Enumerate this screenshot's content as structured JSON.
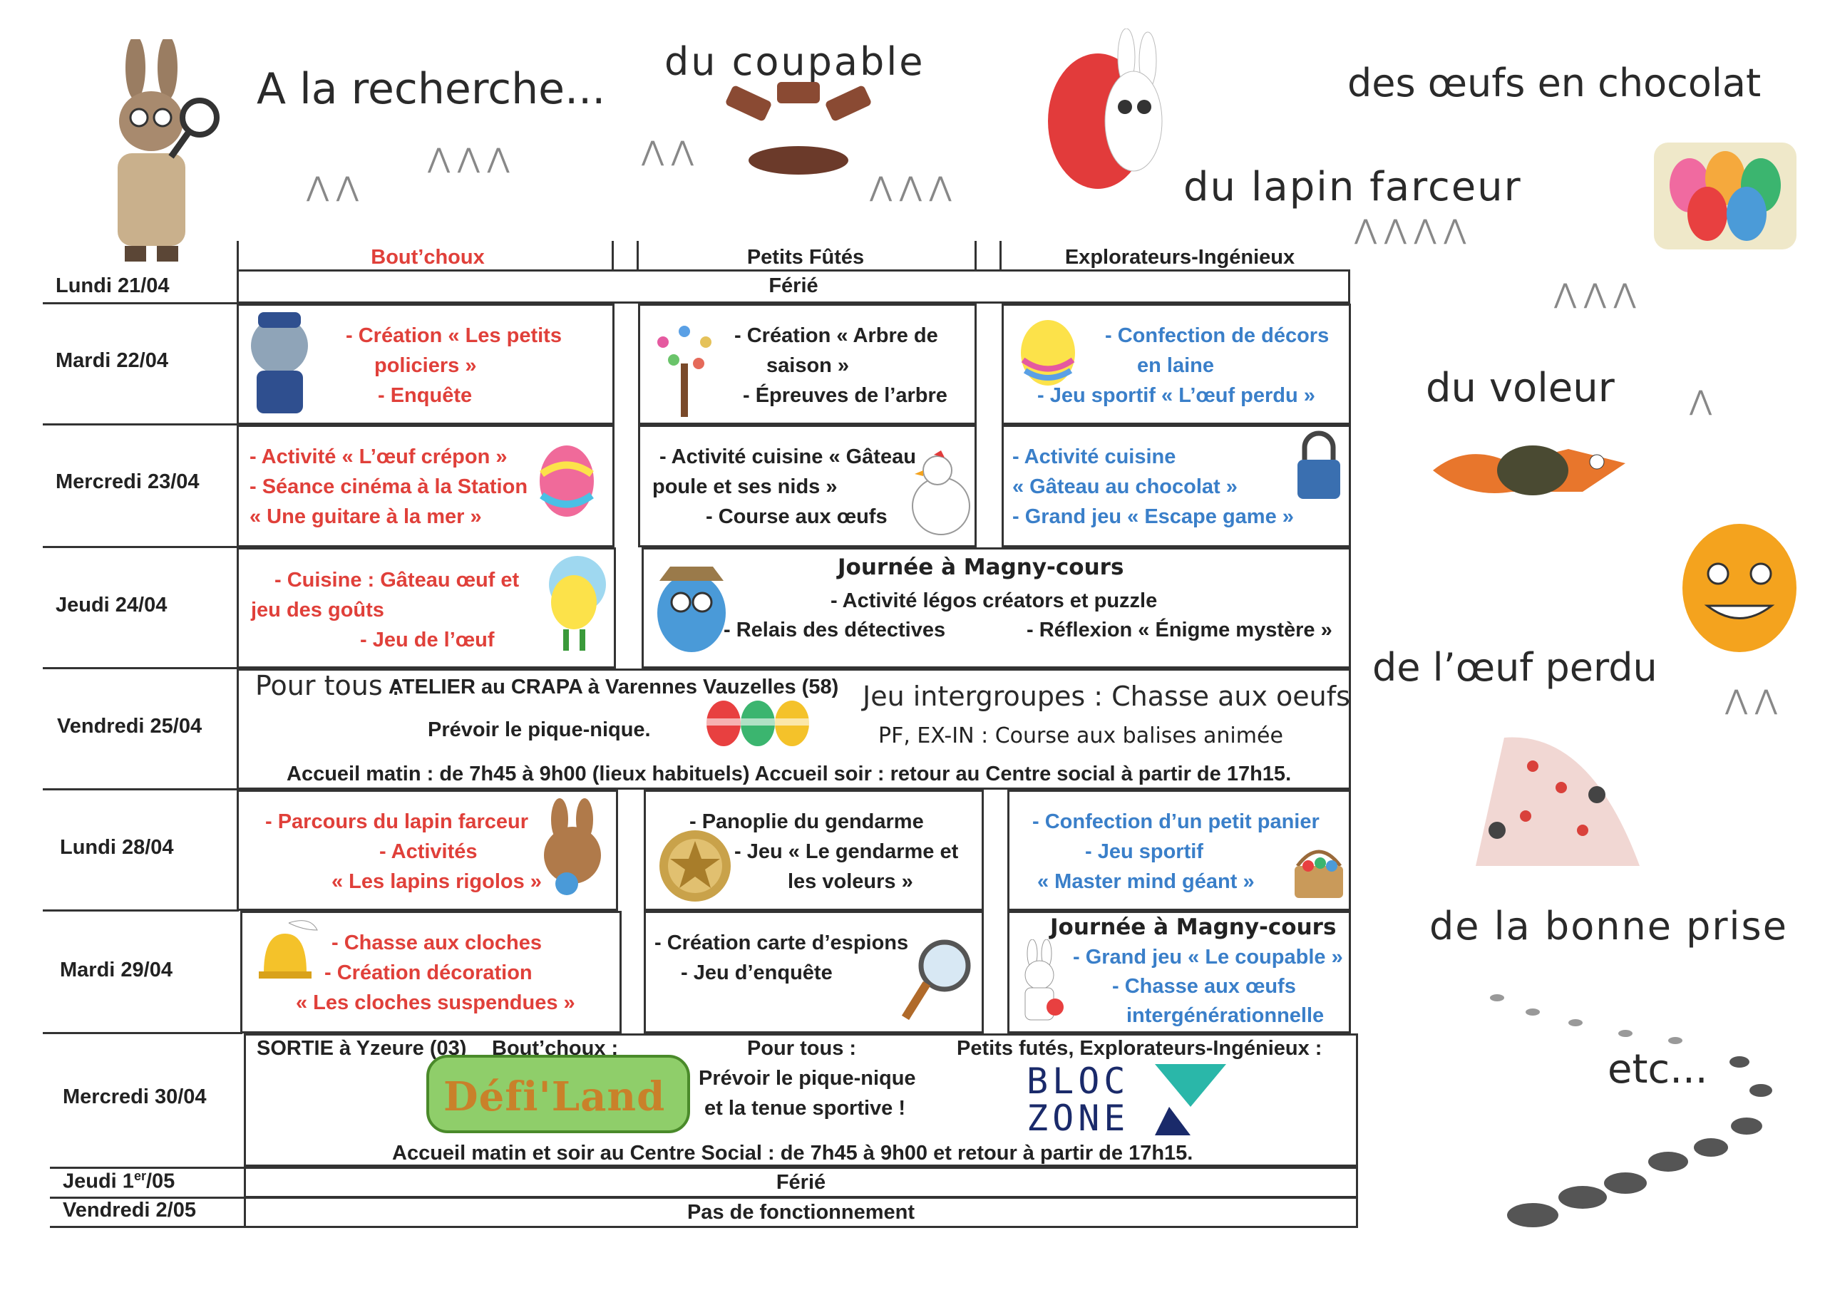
{
  "header": {
    "a_la_recherche": "A la recherche...",
    "du_coupable": "du coupable",
    "des_oeufs": "des œufs en chocolat",
    "du_lapin": "du lapin farceur",
    "du_voleur": "du voleur",
    "de_loeuf": "de l’œuf perdu",
    "bonne_prise": "de la bonne prise",
    "etc": "etc..."
  },
  "groups": {
    "bout": "Bout’choux",
    "petits": "Petits Fûtés",
    "explo": "Explorateurs-Ingénieux"
  },
  "days": {
    "d1": "Lundi 21/04",
    "d2": "Mardi 22/04",
    "d3": "Mercredi 23/04",
    "d4": "Jeudi 24/04",
    "d5": "Vendredi 25/04",
    "d6": "Lundi 28/04",
    "d7": "Mardi 29/04",
    "d8": "Mercredi 30/04",
    "d9_pre": "Jeudi 1",
    "d9_sup": "er",
    "d9_post": "/05",
    "d10": "Vendredi 2/05"
  },
  "rows": {
    "r1": "Férié",
    "r2": {
      "bout": [
        "- Création « Les petits",
        "policiers »",
        "- Enquête"
      ],
      "petits": [
        "- Création « Arbre de",
        "saison »",
        "- Épreuves de l’arbre"
      ],
      "explo": [
        "- Confection de décors",
        "en laine",
        "- Jeu sportif « L’œuf perdu »"
      ]
    },
    "r3": {
      "bout": [
        "- Activité « L’œuf crépon »",
        "- Séance cinéma à la Station",
        "« Une guitare à la mer »"
      ],
      "petits": [
        "- Activité cuisine « Gâteau",
        "poule et ses nids »",
        "- Course aux œufs"
      ],
      "explo": [
        "- Activité cuisine",
        "« Gâteau au chocolat »",
        "- Grand jeu « Escape game »"
      ]
    },
    "r4": {
      "bout": [
        "- Cuisine : Gâteau œuf et",
        "jeu des goûts",
        "- Jeu de l’œuf"
      ],
      "journee": "Journée à Magny-cours",
      "act1": "- Activité légos créators et puzzle",
      "act2": "- Relais des détectives",
      "act3": "- Réflexion « Énigme mystère »"
    },
    "r5": {
      "pour_tous": "Pour tous :",
      "atelier": "ATELIER au CRAPA à Varennes Vauzelles (58)",
      "prevoir": "Prévoir le pique-nique.",
      "jeu_inter": "Jeu intergroupes : Chasse aux oeufs",
      "pf": "PF, EX-IN : Course aux balises animée",
      "accueil": "Accueil matin : de 7h45 à 9h00 (lieux habituels) Accueil soir : retour au Centre social à partir de 17h15."
    },
    "r6": {
      "bout": [
        "- Parcours du lapin farceur",
        "- Activités",
        "« Les lapins rigolos »"
      ],
      "petits": [
        "- Panoplie du gendarme",
        "- Jeu « Le gendarme et",
        "les voleurs »"
      ],
      "explo": [
        "- Confection d’un petit panier",
        "- Jeu sportif",
        "« Master mind géant »"
      ]
    },
    "r7": {
      "bout": [
        "- Chasse aux cloches",
        "- Création décoration",
        "« Les cloches suspendues »"
      ],
      "petits": [
        "- Création carte d’espions",
        "- Jeu d’enquête"
      ],
      "explo_title": "Journée à Magny-cours",
      "explo": [
        "- Grand jeu « Le coupable »",
        "- Chasse aux œufs",
        "intergénérationnelle"
      ]
    },
    "r8": {
      "sortie": "SORTIE à Yzeure (03)",
      "bout": "Bout’choux :",
      "pour_tous": "Pour tous :",
      "prevoir1": "Prévoir le pique-nique",
      "prevoir2": "et la tenue sportive !",
      "pf_ex": "Petits futés, Explorateurs-Ingénieux :",
      "defi": "Défi'Land",
      "bloc1": "BLOC",
      "bloc2": "ZONE",
      "accueil": "Accueil matin et soir au Centre Social : de 7h45 à 9h00 et retour à partir de 17h15."
    },
    "r9": "Férié",
    "r10": "Pas de fonctionnement"
  },
  "colors": {
    "red": "#e0403a",
    "blue": "#3a7fc9"
  },
  "icons": [
    "detective-rabbit-icon",
    "gavels-icon",
    "rabbit-egg-icon",
    "egg-carton-icon",
    "fox-thief-icon",
    "angry-egg-icon",
    "climbing-wall-icon",
    "footprints-icon"
  ]
}
